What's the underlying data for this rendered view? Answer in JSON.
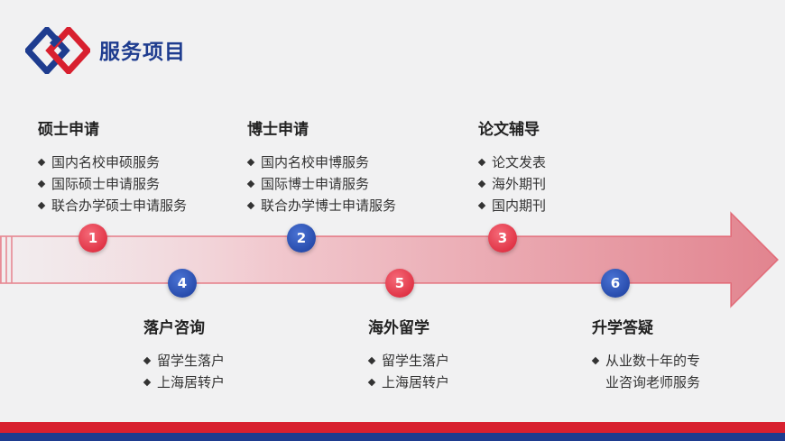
{
  "header": {
    "title": "服务项目",
    "colors": {
      "brand_blue": "#1e3c8f",
      "brand_red": "#d8202f",
      "logo": "interlocked-diamonds-logo"
    }
  },
  "nodes": [
    {
      "number": "1",
      "color": "red"
    },
    {
      "number": "2",
      "color": "blue"
    },
    {
      "number": "3",
      "color": "red"
    },
    {
      "number": "4",
      "color": "blue"
    },
    {
      "number": "5",
      "color": "red"
    },
    {
      "number": "6",
      "color": "blue"
    }
  ],
  "services": [
    {
      "title": "硕士申请",
      "items": [
        "国内名校申硕服务",
        "国际硕士申请服务",
        "联合办学硕士申请服务"
      ]
    },
    {
      "title": "博士申请",
      "items": [
        "国内名校申博服务",
        "国际博士申请服务",
        "联合办学博士申请服务"
      ]
    },
    {
      "title": "论文辅导",
      "items": [
        "论文发表",
        "海外期刊",
        "国内期刊"
      ]
    },
    {
      "title": "落户咨询",
      "items": [
        "留学生落户",
        "上海居转户"
      ]
    },
    {
      "title": "海外留学",
      "items": [
        "留学生落户",
        "上海居转户"
      ]
    },
    {
      "title": "升学答疑",
      "items": [
        "从业数十年的专",
        "业咨询老师服务"
      ]
    }
  ]
}
